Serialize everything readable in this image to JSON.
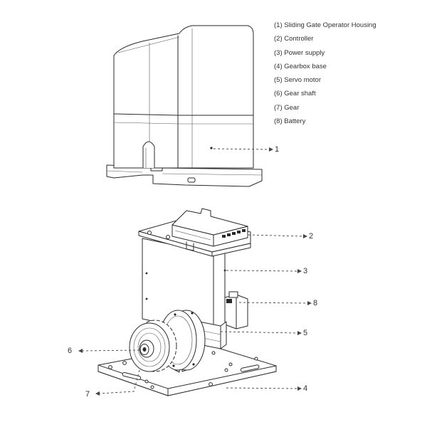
{
  "legend": [
    "(1) Sliding Gate Operator Housing",
    "(2) Controller",
    "(3) Power supply",
    "(4) Gearbox base",
    "(5) Servo motor",
    "(6) Gear shaft",
    "(7) Gear",
    "(8) Battery"
  ],
  "callouts": {
    "c1": "1",
    "c2": "2",
    "c3": "3",
    "c4": "4",
    "c5": "5",
    "c6": "6",
    "c7": "7",
    "c8": "8"
  }
}
